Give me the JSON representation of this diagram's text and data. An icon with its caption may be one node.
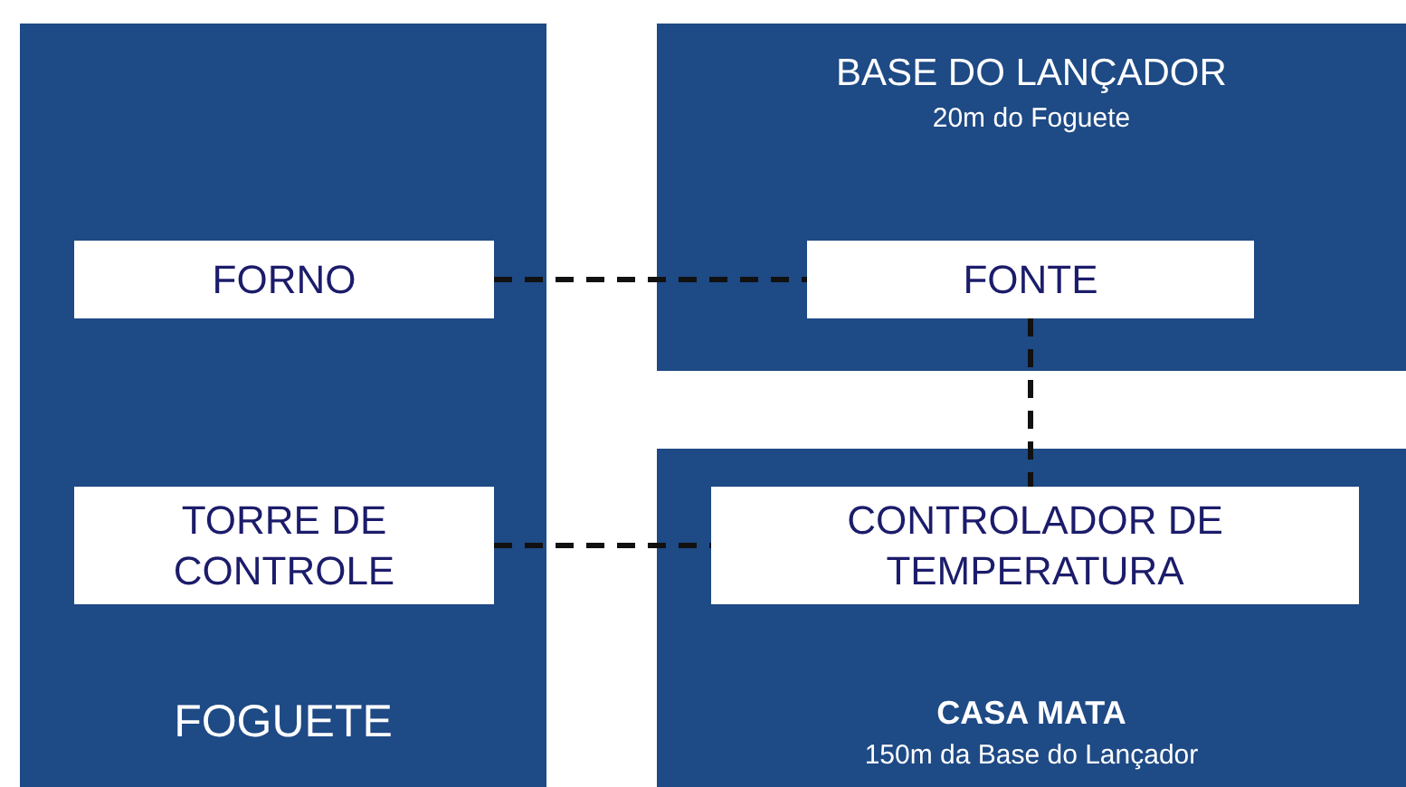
{
  "diagram": {
    "nodes": [
      {
        "text": [
          "FOGUETE"
        ]
      },
      {
        "text": [
          "FORNO"
        ],
        "in": 0
      },
      {
        "text": [
          "TORRE DE CONTROLE"
        ],
        "in": 0
      },
      {
        "text": [
          "BASE DO LANÇADOR",
          "20m do Foguete"
        ]
      },
      {
        "text": [
          "FONTE"
        ],
        "in": 3
      },
      {
        "text": [
          "CASA MATA",
          "150m da Base do Lançador"
        ]
      },
      {
        "text": [
          "CONTROLADOR DE TEMPERATURA"
        ],
        "in": 5
      }
    ],
    "edges": [
      {
        "from": 1,
        "to": 4,
        "arrow": "none",
        "style": "dashed"
      },
      {
        "from": 4,
        "to": 6,
        "arrow": "none",
        "style": "dashed"
      },
      {
        "from": 2,
        "to": 6,
        "arrow": "none",
        "style": "dashed"
      }
    ]
  }
}
